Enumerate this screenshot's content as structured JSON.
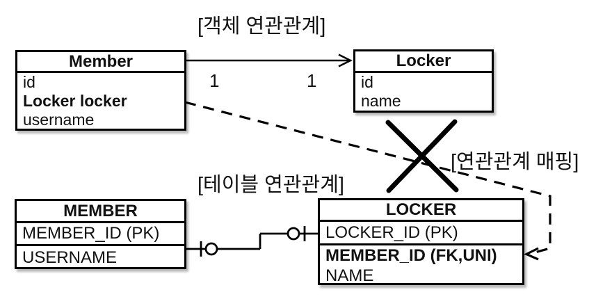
{
  "labels": {
    "object_association": "[객체 연관관계]",
    "table_association": "[테이블 연관관계]",
    "association_mapping": "[연관관계 매핑]"
  },
  "object_diagram": {
    "member": {
      "title": "Member",
      "rows": [
        "id",
        "Locker locker",
        "username"
      ]
    },
    "locker": {
      "title": "Locker",
      "rows": [
        "id",
        "name"
      ]
    },
    "multiplicity": {
      "source": "1",
      "target": "1"
    }
  },
  "table_diagram": {
    "member": {
      "title": "MEMBER",
      "rows": [
        "MEMBER_ID (PK)",
        "USERNAME"
      ]
    },
    "locker": {
      "title": "LOCKER",
      "rows": [
        "LOCKER_ID (PK)",
        "MEMBER_ID (FK,UNI)",
        "NAME"
      ]
    }
  },
  "colors": {
    "line": "#000000",
    "background": "#ffffff"
  }
}
